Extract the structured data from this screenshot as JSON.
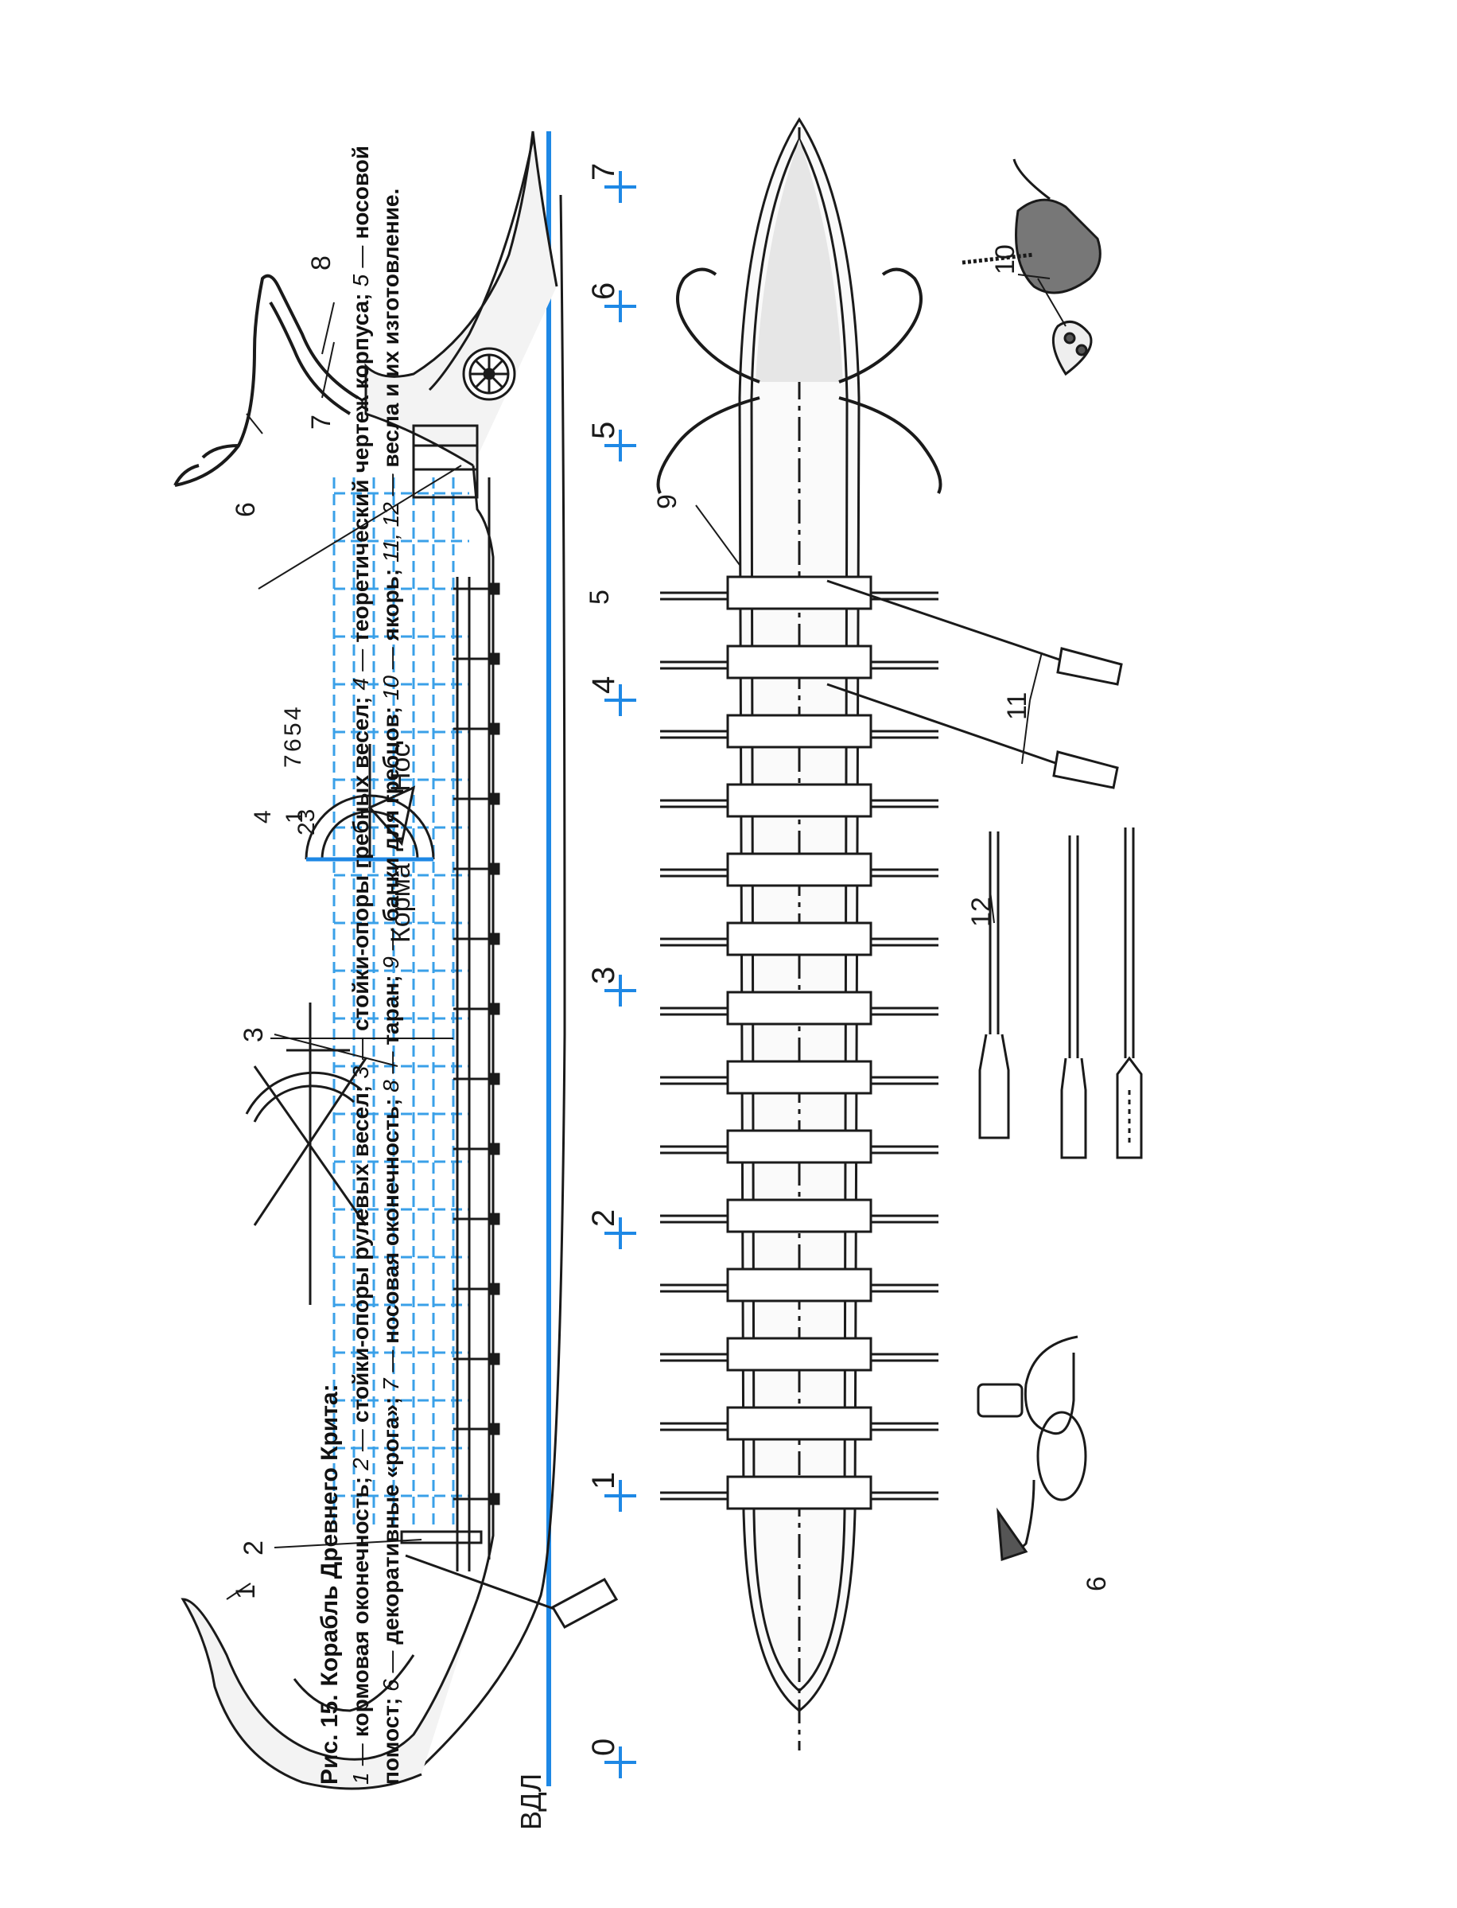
{
  "labels": {
    "callouts": [
      "1",
      "2",
      "3",
      "4",
      "5",
      "6",
      "7",
      "8",
      "9",
      "10",
      "11",
      "12"
    ],
    "stations": [
      "0",
      "1",
      "2",
      "3",
      "4",
      "5",
      "6",
      "7"
    ],
    "waterline": "ВДЛ",
    "section_stern": "Корма",
    "section_bow": "Нос",
    "section_marks": [
      "1",
      "23",
      "7",
      "6",
      "5",
      "4",
      "4"
    ],
    "horn_detail": "6"
  },
  "caption": {
    "fig": "Рис. 15.",
    "title": "Корабль Древнего Крита:",
    "items": [
      {
        "n": "1",
        "t": "кормовая оконечность;"
      },
      {
        "n": "2",
        "t": "стойки-опоры рулевых весел;"
      },
      {
        "n": "3",
        "t": "стойки-опоры гребных весел;"
      },
      {
        "n": "4",
        "t": "теоретический чертеж корпуса;"
      },
      {
        "n": "5",
        "t": "носовой помост;"
      },
      {
        "n": "6",
        "t": "декоративные «рога»;"
      },
      {
        "n": "7",
        "t": "носовая оконечность;"
      },
      {
        "n": "8",
        "t": "таран;"
      },
      {
        "n": "9",
        "t": "банки для гребцов;"
      },
      {
        "n": "10",
        "t": "якорь;"
      },
      {
        "n": "11, 12",
        "t": "весла и их изготовление."
      }
    ]
  },
  "colors": {
    "ink": "#1a1a1a",
    "blueprint": "#1e88e5",
    "grid": "#3aa0e8",
    "paper": "#ffffff"
  }
}
